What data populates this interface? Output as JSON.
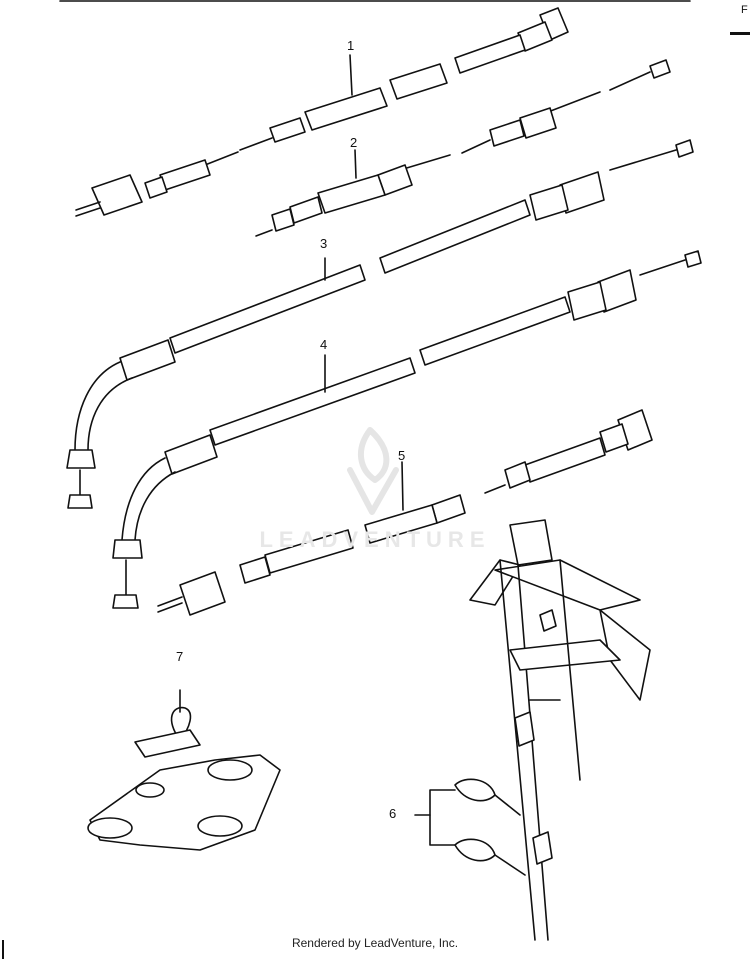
{
  "diagram": {
    "callouts": [
      "1",
      "2",
      "3",
      "4",
      "5",
      "6",
      "7"
    ],
    "watermark_text": "LEADVENTURE",
    "footer_text": "Rendered by LeadVenture, Inc.",
    "edge_label": "F",
    "colors": {
      "line": "#111111",
      "fill": "#ffffff",
      "watermark": "#e7e7e7"
    }
  }
}
